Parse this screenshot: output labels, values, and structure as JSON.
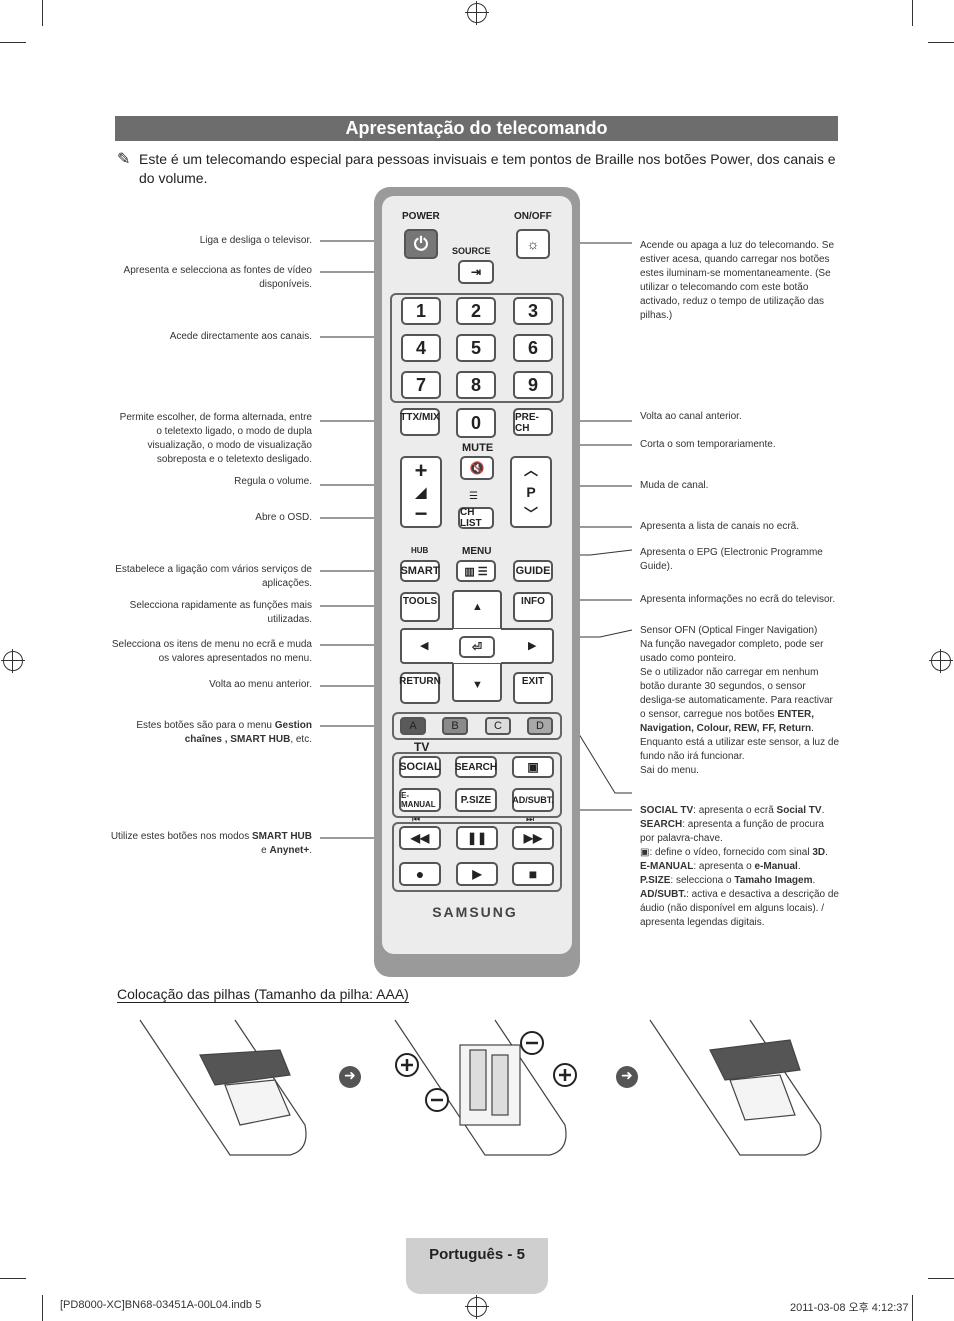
{
  "title": "Apresentação do telecomando",
  "note": "Este é um telecomando especial para pessoas invisuais e tem pontos de Braille nos botões Power, dos canais e do volume.",
  "left_labels": [
    "Liga e desliga o televisor.",
    "Apresenta e selecciona as fontes de vídeo disponíveis.",
    "Acede directamente aos canais.",
    "Permite escolher, de forma alternada, entre o teletexto ligado, o modo de dupla visualização, o modo de visualização sobreposta e o teletexto desligado.",
    "Regula o volume.",
    "Abre o OSD.",
    "Estabelece a ligação com vários serviços de aplicações.",
    "Selecciona rapidamente as funções mais utilizadas.",
    "Selecciona os itens de menu no ecrã e muda os valores apresentados no menu.",
    "Volta ao menu anterior."
  ],
  "left_color_label": {
    "pre": "Estes botões são para o menu ",
    "b1": "Gestion chaînes , SMART HUB",
    "post": ", etc."
  },
  "left_playback_label": {
    "pre": "Utilize estes botões nos modos ",
    "b1": "SMART HUB",
    "mid": " e ",
    "b2": "Anynet+",
    "post": "."
  },
  "right_labels": {
    "onoff": "Acende ou apaga a luz do telecomando. Se estiver acesa, quando carregar nos botões estes iluminam-se momentaneamente. (Se utilizar o telecomando com este botão activado, reduz o tempo de utilização das pilhas.)",
    "prech": "Volta ao canal anterior.",
    "mute": "Corta o som temporariamente.",
    "channel": "Muda de canal.",
    "chlist": "Apresenta a lista de canais no ecrã.",
    "guide": "Apresenta o EPG (Electronic Programme Guide).",
    "info": "Apresenta informações no ecrã do televisor.",
    "ofn1": "Sensor OFN (Optical Finger Navigation)",
    "ofn2": "Na função navegador completo, pode ser usado como ponteiro.",
    "ofn3": "Se o utilizador não carregar em nenhum botão durante 30 segundos, o sensor desliga-se automaticamente. Para reactivar o sensor, carregue nos botões",
    "ofn3b": "ENTER, Navigation, Colour, REW, FF, Return",
    "ofn4": "Enquanto está a utilizar este sensor, a luz de fundo não irá funcionar.",
    "exit": "Sai do menu.",
    "social_k": "SOCIAL TV",
    "social_v": ": apresenta o ecrã ",
    "social_b": "Social TV",
    "search_k": "SEARCH",
    "search_v": ": apresenta a função de procura por palavra-chave.",
    "td_v": ": define o vídeo, fornecido com sinal ",
    "td_b": "3D",
    "emanual_k": "E-MANUAL",
    "emanual_v": ": apresenta o ",
    "emanual_b": "e-Manual",
    "psize_k": "P.SIZE",
    "psize_v": ": selecciona o ",
    "psize_b": "Tamaho Imagem",
    "adsubt_k": "AD/SUBT.",
    "adsubt_v": ": activa e desactiva a descrição de áudio (não disponível em alguns locais). / apresenta legendas digitais."
  },
  "remote": {
    "power": "POWER",
    "onoff": "ON/OFF",
    "source": "SOURCE",
    "digits": [
      "1",
      "2",
      "3",
      "4",
      "5",
      "6",
      "7",
      "8",
      "9"
    ],
    "zero": "0",
    "ttx": "TTX/MIX",
    "prech": "PRE-CH",
    "mute": "MUTE",
    "p": "P",
    "chlist": "CH LIST",
    "hub": "HUB",
    "menu": "MENU",
    "smart": "SMART",
    "guide": "GUIDE",
    "tools": "TOOLS",
    "info": "INFO",
    "return": "RETURN",
    "exit": "EXIT",
    "colors": [
      "A",
      "B",
      "C",
      "D"
    ],
    "tv": "TV",
    "social": "SOCIAL",
    "search": "SEARCH",
    "emanual": "E-MANUAL",
    "psize": "P.SIZE",
    "adsubt": "AD/SUBT.",
    "brand": "SAMSUNG"
  },
  "battery_heading": "Colocação das pilhas (Tamanho da pilha: AAA)",
  "footer": "Português - 5",
  "print_left": "[PD8000-XC]BN68-03451A-00L04.indb   5",
  "print_right": "2011-03-08   오후 4:12:37"
}
